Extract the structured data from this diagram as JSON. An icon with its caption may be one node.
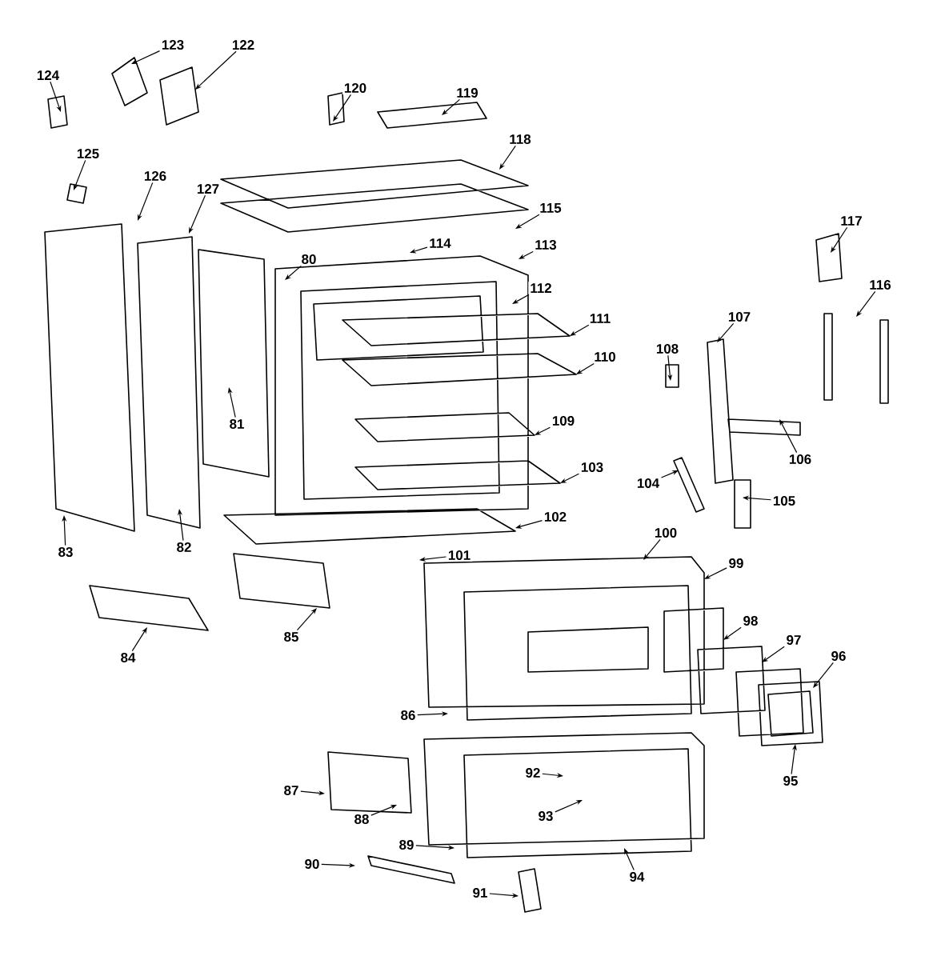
{
  "diagram": {
    "nodes": [
      {
        "text": [
          "124"
        ]
      },
      {
        "text": [
          "123"
        ]
      },
      {
        "text": [
          "122"
        ]
      },
      {
        "text": [
          "120"
        ]
      },
      {
        "text": [
          "119"
        ]
      },
      {
        "text": [
          "118"
        ]
      },
      {
        "text": [
          "125"
        ]
      },
      {
        "text": [
          "126"
        ]
      },
      {
        "text": [
          "127"
        ]
      },
      {
        "text": [
          "115"
        ]
      },
      {
        "text": [
          "117"
        ]
      },
      {
        "text": [
          "113"
        ]
      },
      {
        "text": [
          "114"
        ]
      },
      {
        "text": [
          "80"
        ]
      },
      {
        "text": [
          "112"
        ]
      },
      {
        "text": [
          "116"
        ]
      },
      {
        "text": [
          "111"
        ]
      },
      {
        "text": [
          "107"
        ]
      },
      {
        "text": [
          "108"
        ]
      },
      {
        "text": [
          "110"
        ]
      },
      {
        "text": [
          "81"
        ]
      },
      {
        "text": [
          "109"
        ]
      },
      {
        "text": [
          "106"
        ]
      },
      {
        "text": [
          "103"
        ]
      },
      {
        "text": [
          "104"
        ]
      },
      {
        "text": [
          "105"
        ]
      },
      {
        "text": [
          "102"
        ]
      },
      {
        "text": [
          "83"
        ]
      },
      {
        "text": [
          "82"
        ]
      },
      {
        "text": [
          "101"
        ]
      },
      {
        "text": [
          "100"
        ]
      },
      {
        "text": [
          "99"
        ]
      },
      {
        "text": [
          "98"
        ]
      },
      {
        "text": [
          "85"
        ]
      },
      {
        "text": [
          "84"
        ]
      },
      {
        "text": [
          "97"
        ]
      },
      {
        "text": [
          "96"
        ]
      },
      {
        "text": [
          "86"
        ]
      },
      {
        "text": [
          "95"
        ]
      },
      {
        "text": [
          "92"
        ]
      },
      {
        "text": [
          "87"
        ]
      },
      {
        "text": [
          "88"
        ]
      },
      {
        "text": [
          "93"
        ]
      },
      {
        "text": [
          "89"
        ]
      },
      {
        "text": [
          "90"
        ]
      },
      {
        "text": [
          "94"
        ]
      },
      {
        "text": [
          "91"
        ]
      }
    ],
    "edges": [
      {
        "from": 0,
        "to": null,
        "arrow": "to"
      },
      {
        "from": 1,
        "to": null,
        "arrow": "to"
      },
      {
        "from": 2,
        "to": null,
        "arrow": "to"
      },
      {
        "from": 3,
        "to": null,
        "arrow": "to"
      },
      {
        "from": 4,
        "to": null,
        "arrow": "to"
      },
      {
        "from": 5,
        "to": null,
        "arrow": "to"
      },
      {
        "from": 6,
        "to": null,
        "arrow": "to"
      },
      {
        "from": 7,
        "to": null,
        "arrow": "to"
      },
      {
        "from": 8,
        "to": null,
        "arrow": "to"
      },
      {
        "from": 9,
        "to": null,
        "arrow": "to"
      },
      {
        "from": 10,
        "to": null,
        "arrow": "to"
      },
      {
        "from": 11,
        "to": null,
        "arrow": "to"
      },
      {
        "from": 12,
        "to": null,
        "arrow": "to"
      },
      {
        "from": 13,
        "to": null,
        "arrow": "to"
      },
      {
        "from": 14,
        "to": null,
        "arrow": "to"
      },
      {
        "from": 15,
        "to": null,
        "arrow": "to"
      },
      {
        "from": 16,
        "to": null,
        "arrow": "to"
      },
      {
        "from": 17,
        "to": null,
        "arrow": "to"
      },
      {
        "from": 18,
        "to": null,
        "arrow": "to"
      },
      {
        "from": 19,
        "to": null,
        "arrow": "to"
      },
      {
        "from": 20,
        "to": null,
        "arrow": "to"
      },
      {
        "from": 21,
        "to": null,
        "arrow": "to"
      },
      {
        "from": 22,
        "to": null,
        "arrow": "to"
      },
      {
        "from": 23,
        "to": null,
        "arrow": "to"
      },
      {
        "from": 24,
        "to": null,
        "arrow": "to"
      },
      {
        "from": 25,
        "to": null,
        "arrow": "to"
      },
      {
        "from": 26,
        "to": null,
        "arrow": "to"
      },
      {
        "from": 27,
        "to": null,
        "arrow": "to"
      },
      {
        "from": 28,
        "to": null,
        "arrow": "to"
      },
      {
        "from": 29,
        "to": null,
        "arrow": "to"
      },
      {
        "from": 30,
        "to": null,
        "arrow": "to"
      },
      {
        "from": 31,
        "to": null,
        "arrow": "to"
      },
      {
        "from": 32,
        "to": null,
        "arrow": "to"
      },
      {
        "from": 33,
        "to": null,
        "arrow": "to"
      },
      {
        "from": 34,
        "to": null,
        "arrow": "to"
      },
      {
        "from": 35,
        "to": null,
        "arrow": "to"
      },
      {
        "from": 36,
        "to": null,
        "arrow": "to"
      },
      {
        "from": 37,
        "to": null,
        "arrow": "to"
      },
      {
        "from": 38,
        "to": null,
        "arrow": "to"
      },
      {
        "from": 39,
        "to": null,
        "arrow": "to"
      },
      {
        "from": 40,
        "to": null,
        "arrow": "to"
      },
      {
        "from": 41,
        "to": null,
        "arrow": "to"
      },
      {
        "from": 42,
        "to": null,
        "arrow": "to"
      },
      {
        "from": 43,
        "to": null,
        "arrow": "to"
      },
      {
        "from": 44,
        "to": null,
        "arrow": "to"
      },
      {
        "from": 45,
        "to": null,
        "arrow": "to"
      },
      {
        "from": 46,
        "to": null,
        "arrow": "to"
      }
    ]
  }
}
